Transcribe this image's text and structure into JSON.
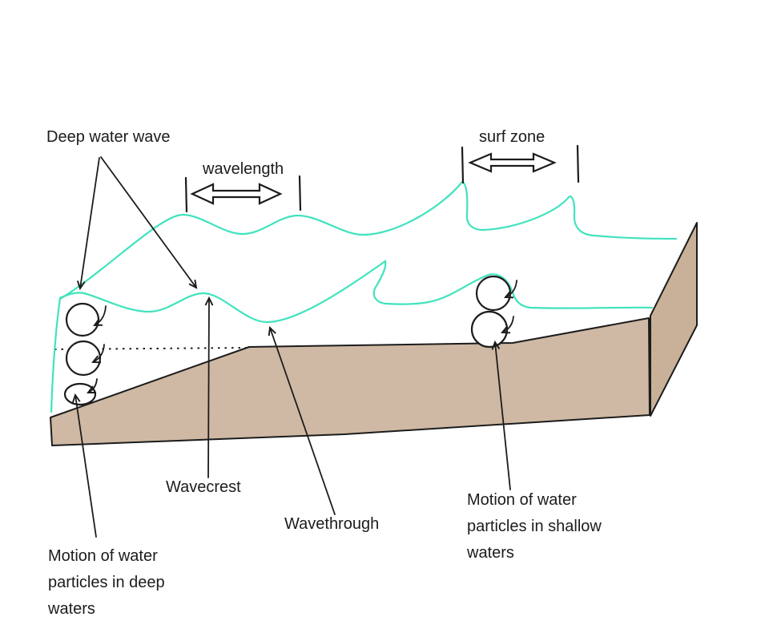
{
  "title": "Coastal wave transformation diagram",
  "colors": {
    "wave": "#40e3bd",
    "sand": "#cfb9a4",
    "sand_dark": "#c9b199",
    "ink": "#1c1c1c",
    "background": "#ffffff"
  },
  "labels": {
    "deep_water_wave": "Deep water wave",
    "wavelength": "wavelength",
    "surf_zone": "surf zone",
    "wavecrest": "Wavecrest",
    "wavethrough": "Wavethrough",
    "motion_deep": "Motion of water\nparticles in deep\nwaters",
    "motion_shallow": "Motion of water\nparticles in shallow\nwaters"
  }
}
